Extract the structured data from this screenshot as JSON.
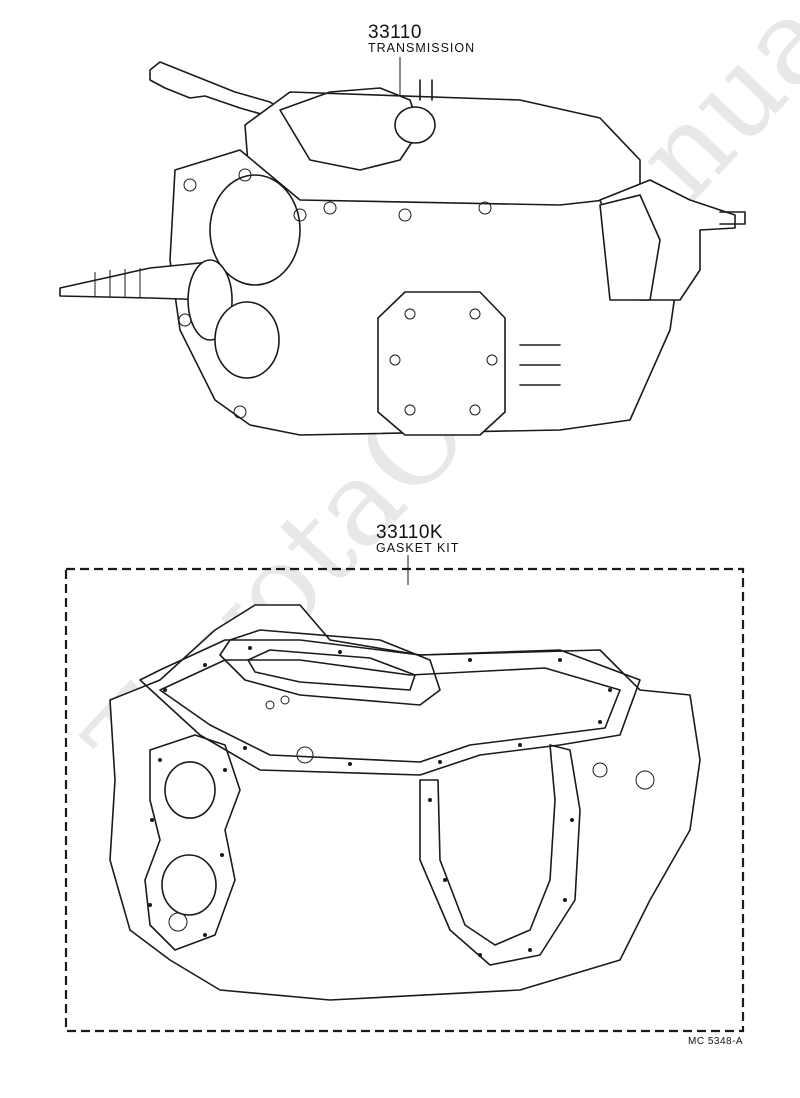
{
  "parts": [
    {
      "number": "33110",
      "name": "TRANSMISSION"
    },
    {
      "number": "33110K",
      "name": "GASKET KIT"
    }
  ],
  "diagram_code": "MC 5348-A",
  "watermark": "ToyotaCarManual.ru"
}
